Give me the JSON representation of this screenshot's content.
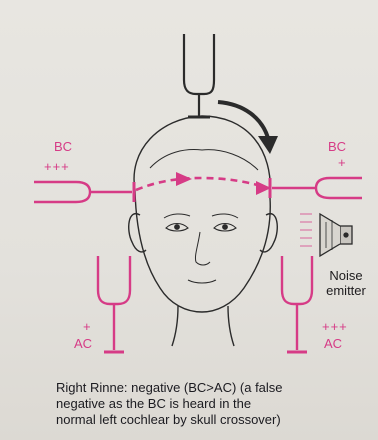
{
  "left": {
    "bc_label": "BC",
    "bc_level": "+++",
    "ac_level": "+",
    "ac_label": "AC"
  },
  "right": {
    "bc_label": "BC",
    "bc_level": "+",
    "ac_level": "+++",
    "ac_label": "AC"
  },
  "noise_emitter": {
    "line1": "Noise",
    "line2": "emitter"
  },
  "caption": {
    "line1": "Right Rinne: negative (BC>AC) (a false",
    "line2": "negative as the BC is heard in the",
    "line3": "normal left cochlear by skull crossover)"
  },
  "colors": {
    "accent": "#d63b86",
    "line_dark": "#2a2a2a",
    "background": "#e6e4df"
  },
  "icons": [
    "tuning-fork-icon",
    "noise-emitter-icon",
    "arrow-icon"
  ]
}
